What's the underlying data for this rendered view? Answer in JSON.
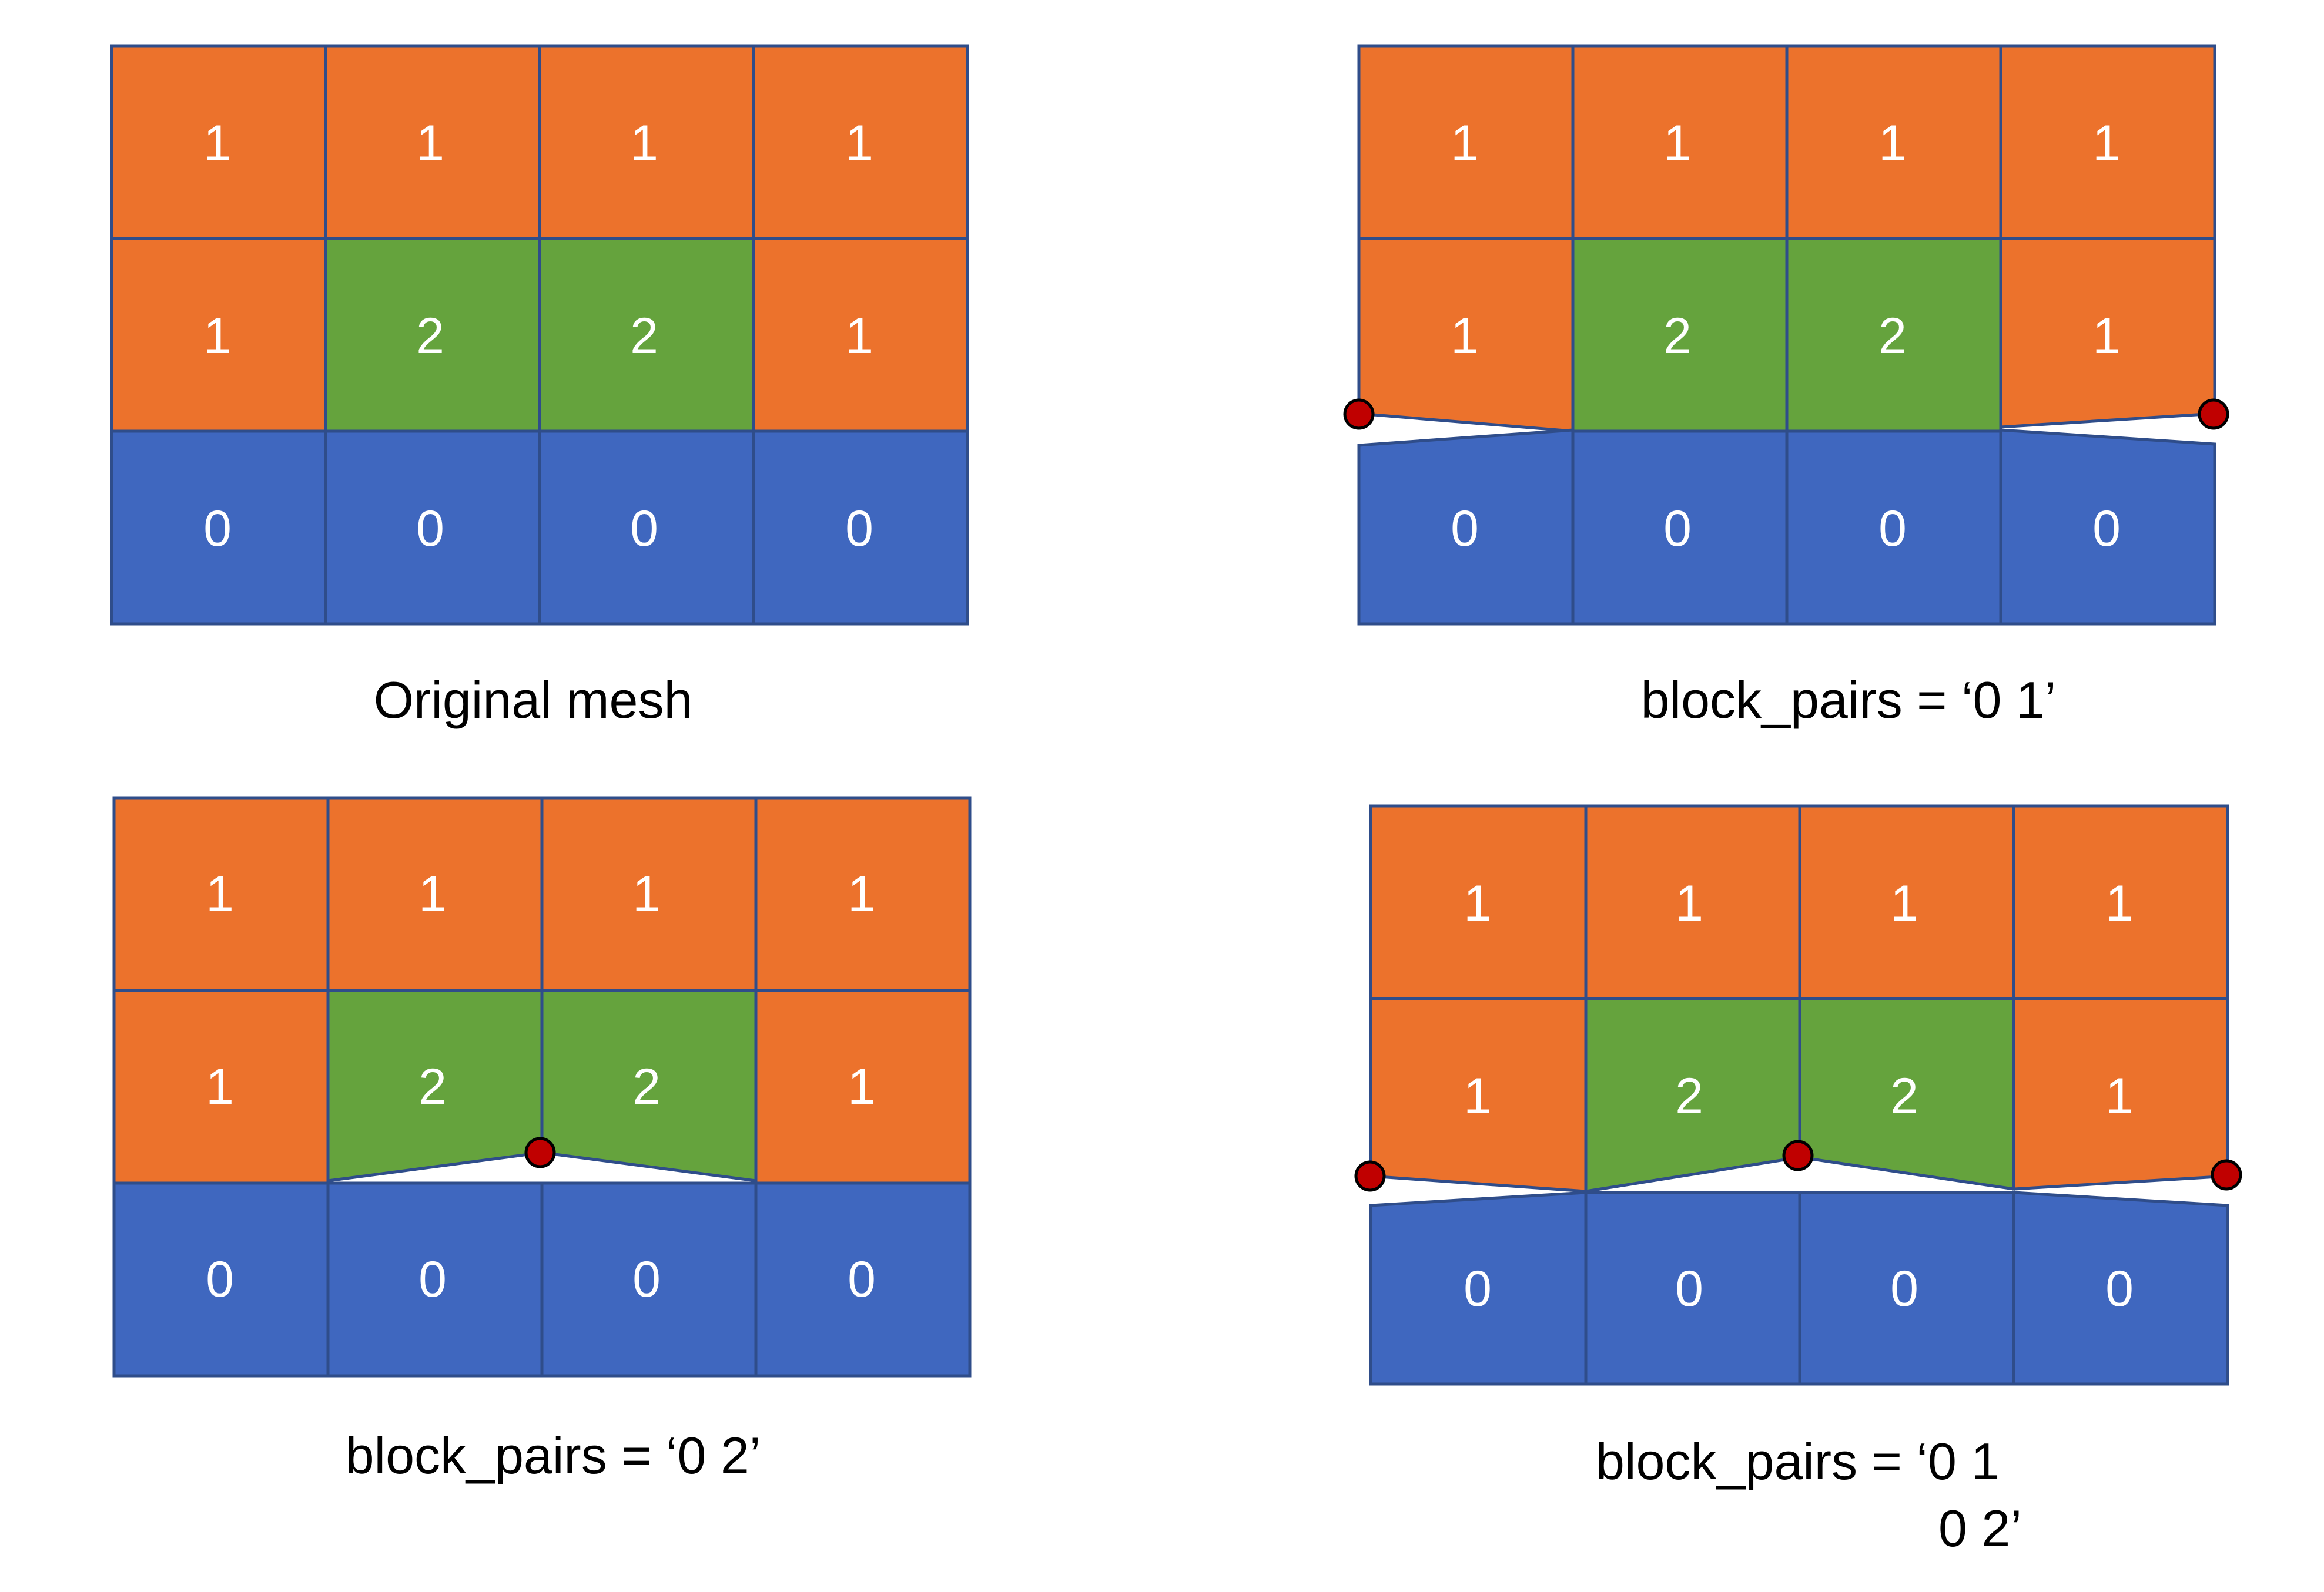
{
  "colors": {
    "block_0": "#3F67BF",
    "block_1": "#EC722C",
    "block_2": "#65A33D",
    "edge": "#2F4D8A",
    "split_node": "#C00000",
    "background": "#FFFFFF"
  },
  "panels": [
    {
      "id": "original",
      "caption_lines": [
        "Original mesh"
      ],
      "grid": [
        [
          "1",
          "1",
          "1",
          "1"
        ],
        [
          "1",
          "2",
          "2",
          "1"
        ],
        [
          "0",
          "0",
          "0",
          "0"
        ]
      ]
    },
    {
      "id": "pairs-01",
      "caption_lines": [
        "block_pairs = ‘0 1’"
      ],
      "grid": [
        [
          "1",
          "1",
          "1",
          "1"
        ],
        [
          "1",
          "2",
          "2",
          "1"
        ],
        [
          "0",
          "0",
          "0",
          "0"
        ]
      ]
    },
    {
      "id": "pairs-02",
      "caption_lines": [
        "block_pairs = ‘0 2’"
      ],
      "grid": [
        [
          "1",
          "1",
          "1",
          "1"
        ],
        [
          "1",
          "2",
          "2",
          "1"
        ],
        [
          "0",
          "0",
          "0",
          "0"
        ]
      ]
    },
    {
      "id": "pairs-01-02",
      "caption_lines": [
        "block_pairs = ‘0 1",
        "0 2’"
      ],
      "grid": [
        [
          "1",
          "1",
          "1",
          "1"
        ],
        [
          "1",
          "2",
          "2",
          "1"
        ],
        [
          "0",
          "0",
          "0",
          "0"
        ]
      ]
    }
  ]
}
